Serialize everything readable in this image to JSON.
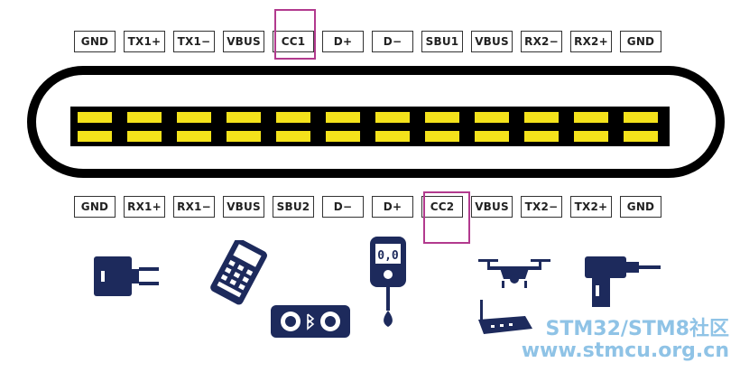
{
  "top_pins": [
    "GND",
    "TX1+",
    "TX1−",
    "VBUS",
    "CC1",
    "D+",
    "D−",
    "SBU1",
    "VBUS",
    "RX2−",
    "RX2+",
    "GND"
  ],
  "bottom_pins": [
    "GND",
    "RX1+",
    "RX1−",
    "VBUS",
    "SBU2",
    "D−",
    "D+",
    "CC2",
    "VBUS",
    "TX2−",
    "TX2+",
    "GND"
  ],
  "highlighted_pins": [
    "CC1",
    "CC2"
  ],
  "colors": {
    "highlight": "#b23a8e",
    "contact": "#f4e21b",
    "device": "#1d2a5c",
    "watermark": "#8fc3e6"
  },
  "devices": [
    {
      "icon": "charger-icon"
    },
    {
      "icon": "payment-terminal-icon"
    },
    {
      "icon": "bluetooth-speaker-icon"
    },
    {
      "icon": "glucose-meter-icon",
      "display": "0,0"
    },
    {
      "icon": "drone-icon"
    },
    {
      "icon": "router-icon"
    },
    {
      "icon": "power-drill-icon"
    }
  ],
  "watermark": {
    "line1": "STM32/STM8社区",
    "line2": "www.stmcu.org.cn"
  }
}
